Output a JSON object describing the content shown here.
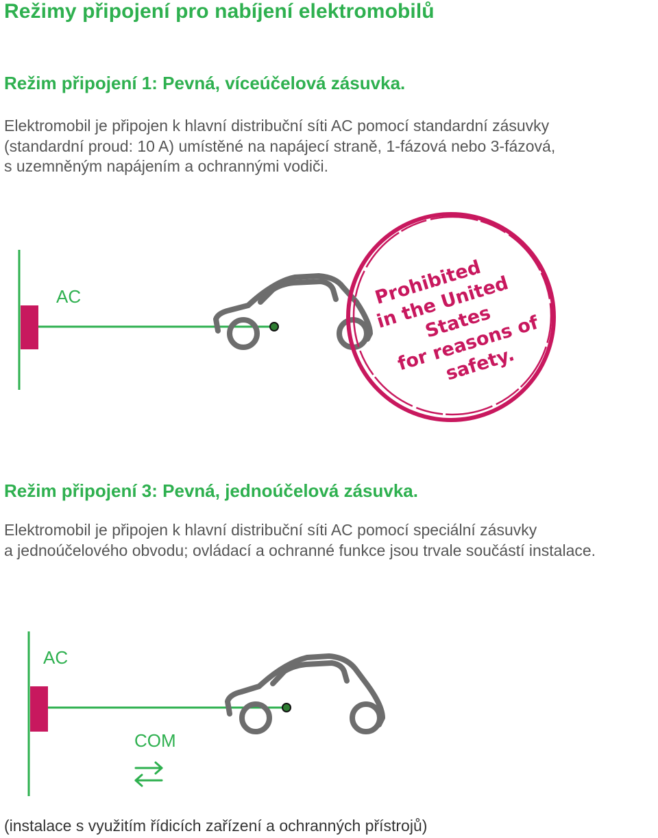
{
  "title": "Režimy připojení pro nabíjení elektromobilů",
  "mode1": {
    "heading": "Režim připojení 1: Pevná, víceúčelová zásuvka.",
    "lines": [
      "Elektromobil je připojen k hlavní distribuční síti AC pomocí standardní zásuvky",
      "(standardní proud: 10 A) umístěné na napájecí straně, 1-fázová nebo 3-fázová,",
      "s uzemněným napájením a ochrannými vodiči."
    ],
    "diagram": {
      "source_label": "AC",
      "stamp_lines": [
        "Prohibited",
        "in the United",
        "States",
        "for reasons of",
        "safety."
      ]
    }
  },
  "mode3": {
    "heading": "Režim připojení 3: Pevná, jednoúčelová zásuvka.",
    "lines": [
      "Elektromobil je připojen k hlavní distribuční síti AC pomocí speciální zásuvky",
      "a jednoúčelového obvodu; ovládací a ochranné funkce jsou trvale součástí instalace."
    ],
    "diagram": {
      "source_label": "AC",
      "com_label": "COM"
    }
  },
  "footnote": "(instalace s využitím řídicích zařízení a ochranných přístrojů)",
  "colors": {
    "green": "#2eb04f",
    "magenta": "#c8185e",
    "car_gray": "#6d6d6d",
    "text_gray": "#555555"
  },
  "icons": [
    "car-icon",
    "socket-icon",
    "bidirectional-arrows-icon",
    "stamp-circle"
  ]
}
